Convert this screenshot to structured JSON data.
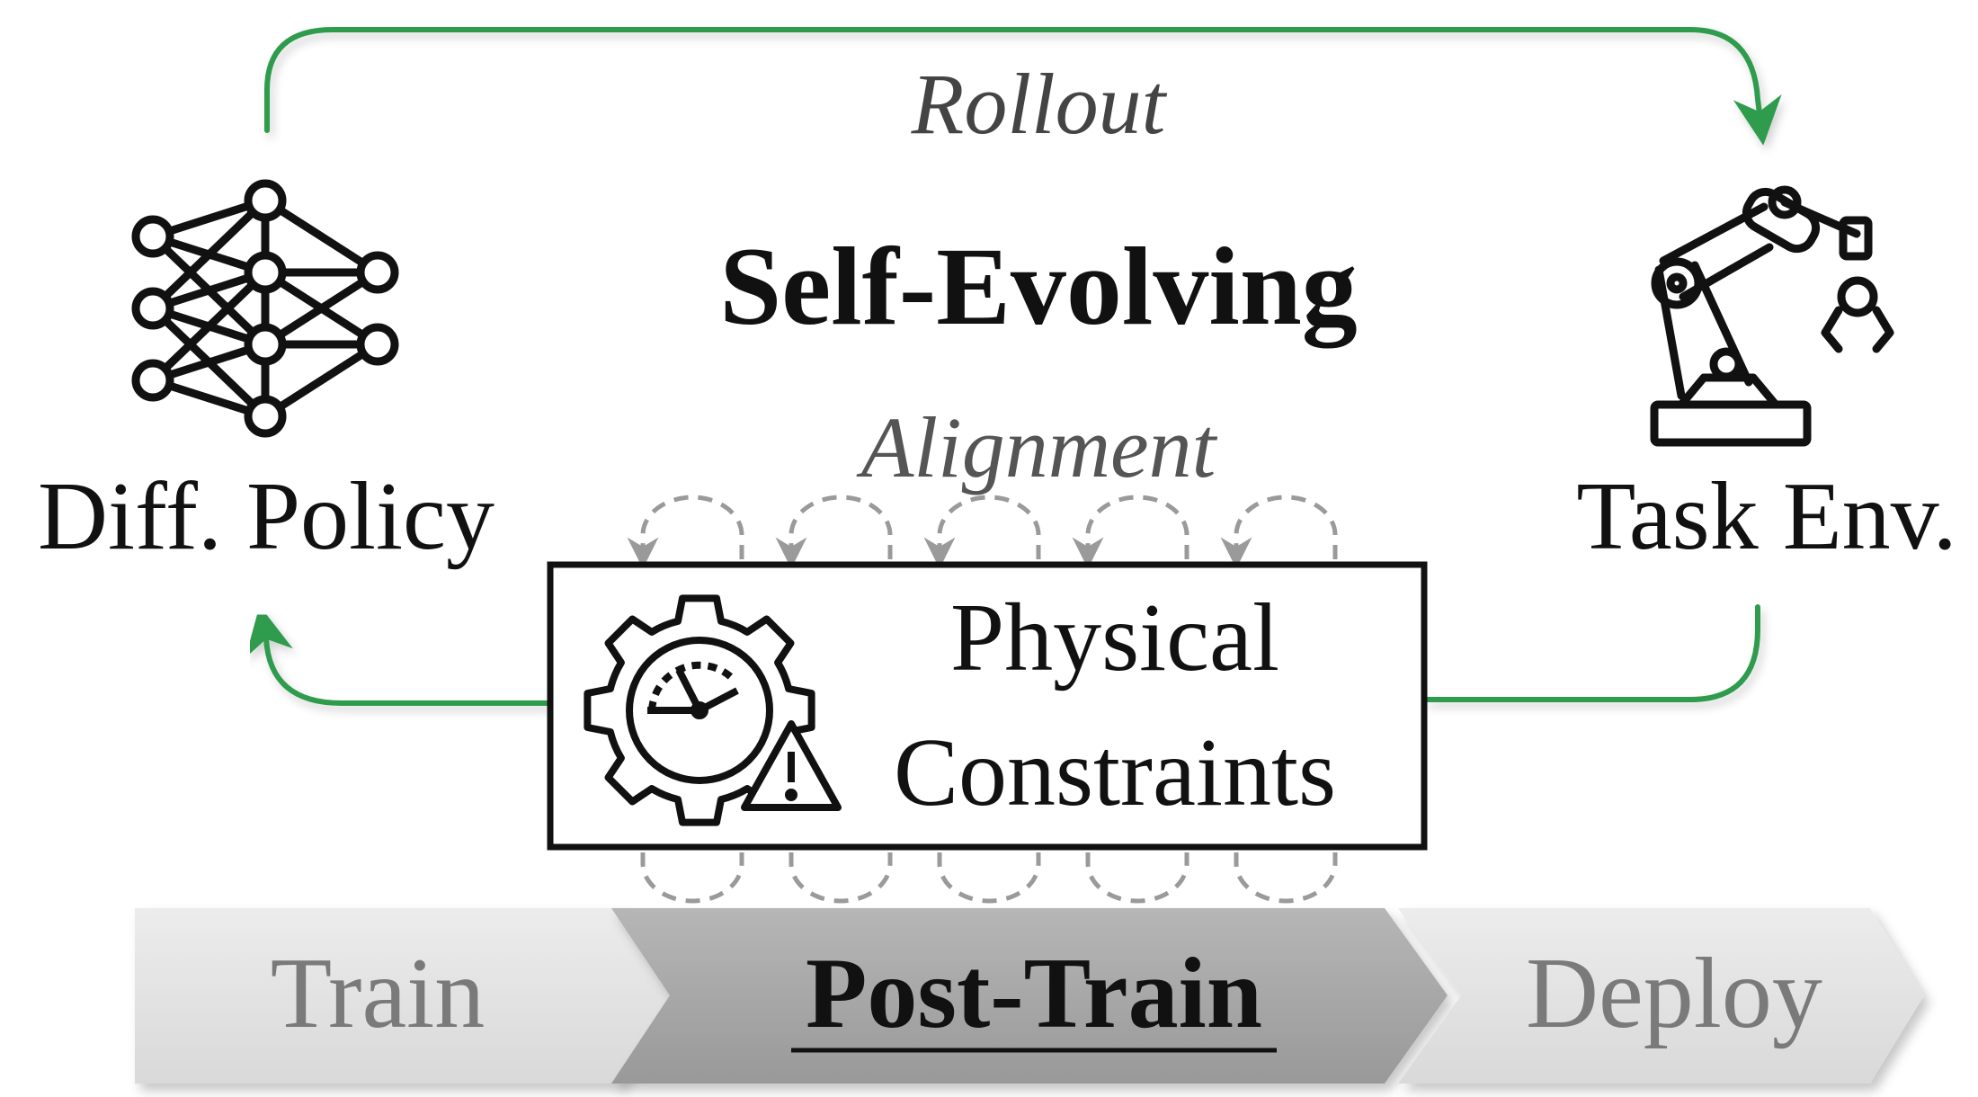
{
  "loop": {
    "top_label": "Rollout",
    "center_title": "Self-Evolving",
    "mid_label": "Alignment"
  },
  "nodes": {
    "policy": {
      "label": "Diff. Policy",
      "icon": "neural-network-icon"
    },
    "env": {
      "label": "Task Env.",
      "icon": "robot-arm-icon"
    },
    "constraints": {
      "line1": "Physical",
      "line2": "Constraints",
      "icon": "gear-gauge-warning-icon"
    }
  },
  "pipeline": {
    "stages": [
      {
        "label": "Train",
        "active": false
      },
      {
        "label": "Post-Train",
        "active": true
      },
      {
        "label": "Deploy",
        "active": false
      }
    ]
  },
  "colors": {
    "loop_arrow": "#2e9b4e",
    "alignment_arrow": "#9a9a9a",
    "inactive_stage_fill": "#e3e3e3",
    "active_stage_fill": "#a8a8a8",
    "inactive_stage_text": "#7a7a7a",
    "text": "#111111"
  }
}
